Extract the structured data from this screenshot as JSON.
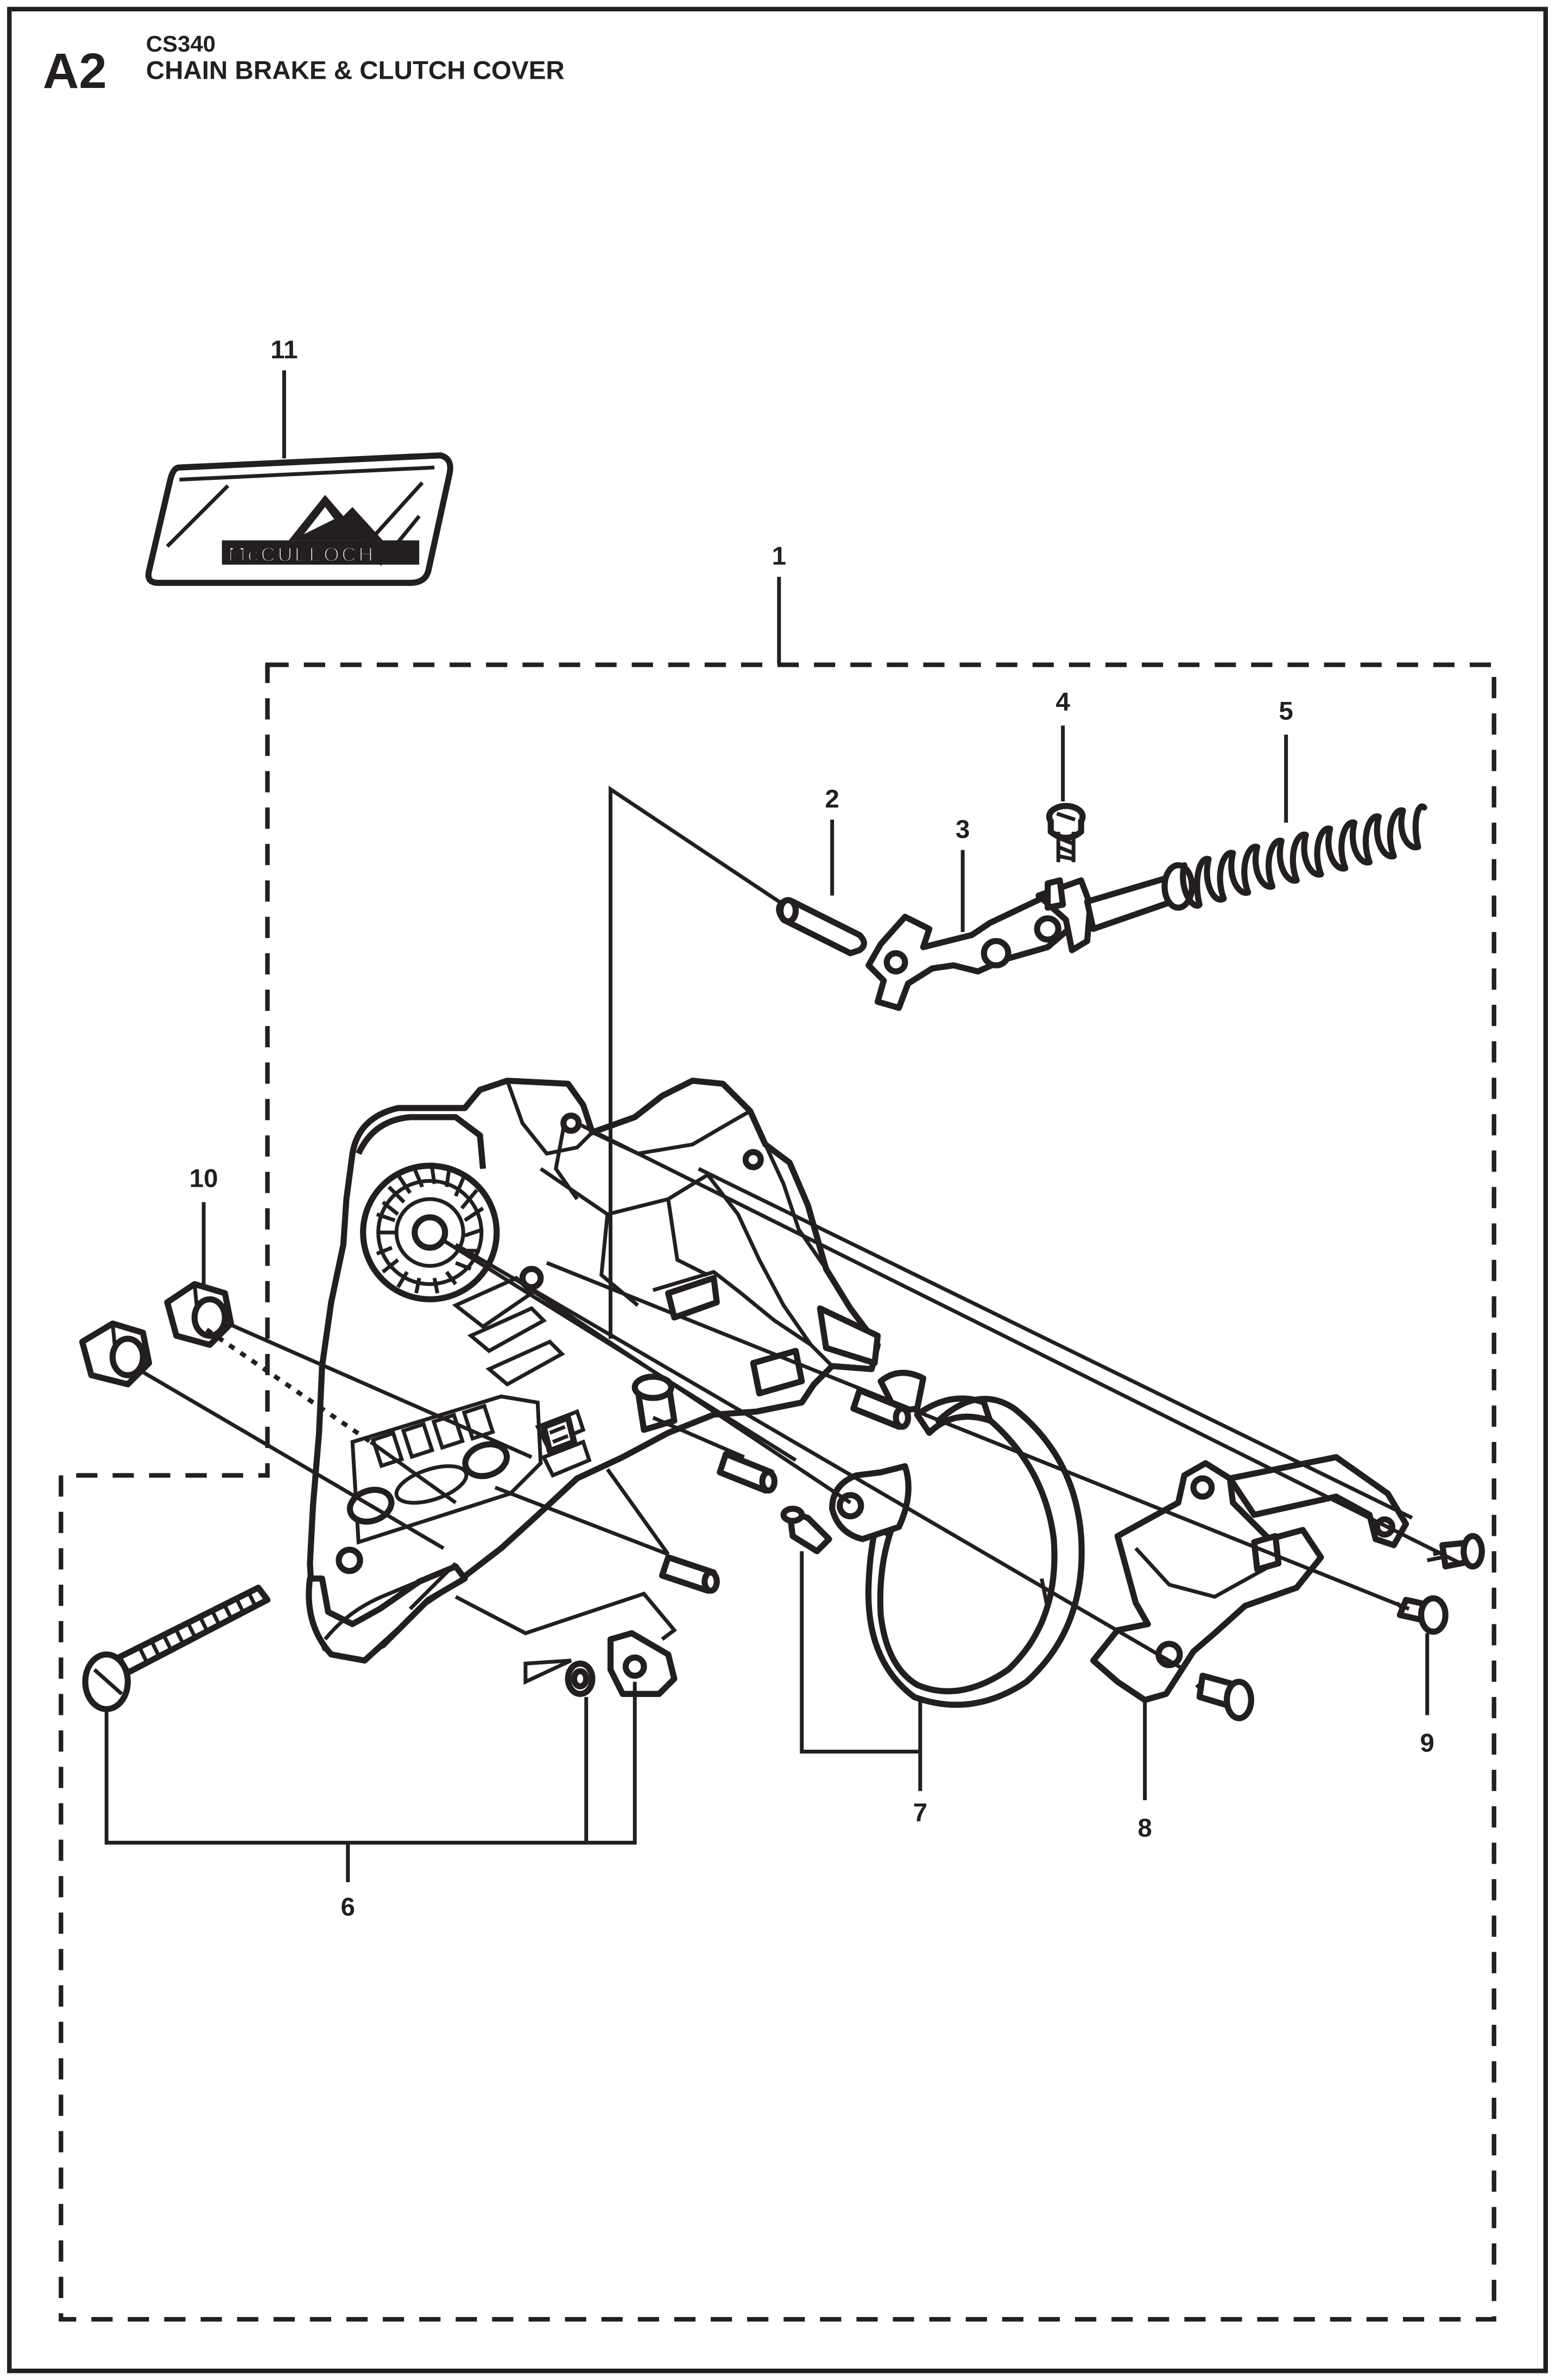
{
  "header": {
    "code": "A2",
    "model": "CS340",
    "title": "CHAIN BRAKE & CLUTCH COVER"
  },
  "decal": {
    "brand": "McCULLOCH"
  },
  "callouts": [
    {
      "number": "1"
    },
    {
      "number": "2"
    },
    {
      "number": "3"
    },
    {
      "number": "4"
    },
    {
      "number": "5"
    },
    {
      "number": "6"
    },
    {
      "number": "7"
    },
    {
      "number": "8"
    },
    {
      "number": "9"
    },
    {
      "number": "10"
    },
    {
      "number": "11"
    }
  ]
}
